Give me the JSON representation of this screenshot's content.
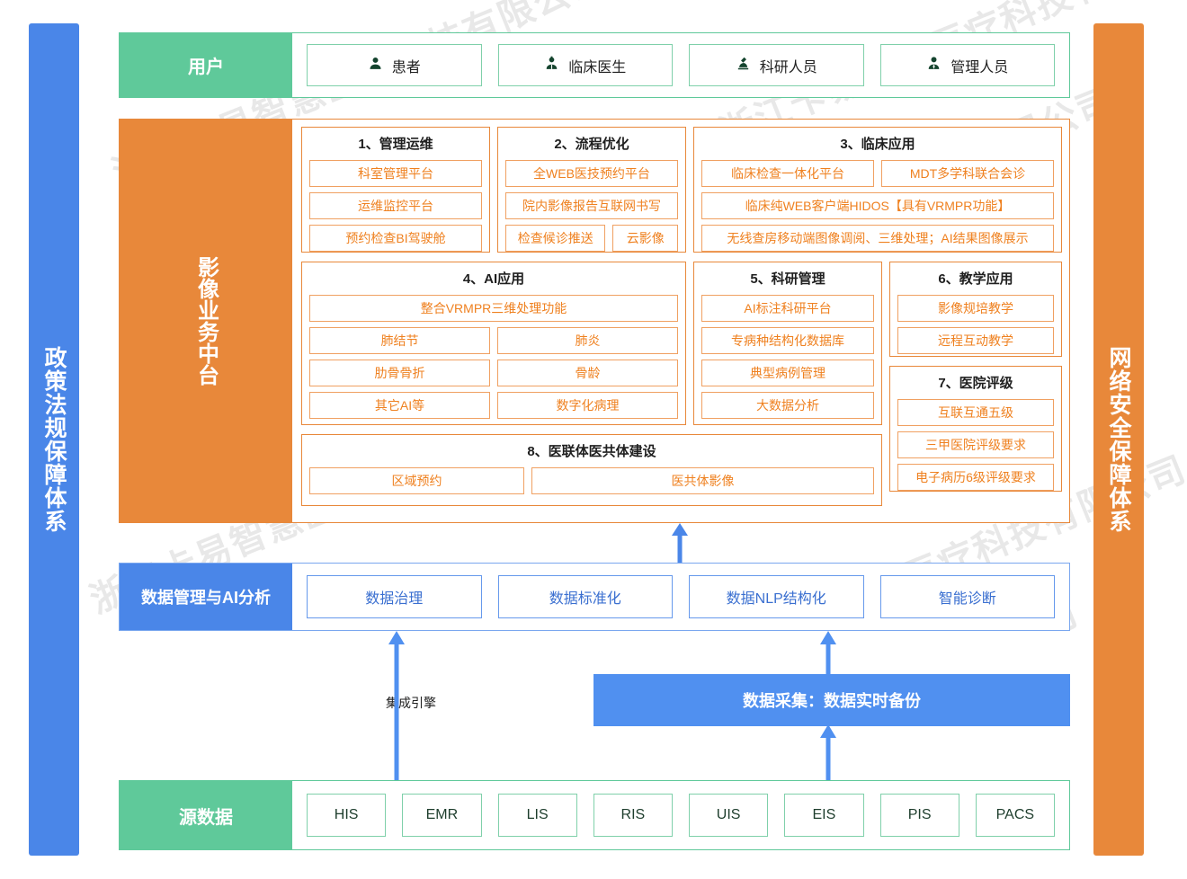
{
  "colors": {
    "green": "#5fc99a",
    "orange": "#e8883a",
    "orange_text": "#ef8120",
    "blue": "#4a86e8",
    "blue_light": "#5090f0"
  },
  "side": {
    "left_label": "政策法规保障体系",
    "right_label": "网络安全保障体系"
  },
  "watermark": "浙江卡易智慧医疗科技有限公司",
  "user_row": {
    "label": "用户",
    "items": [
      {
        "text": "患者",
        "icon": "user-icon"
      },
      {
        "text": "临床医生",
        "icon": "doctor-icon"
      },
      {
        "text": "科研人员",
        "icon": "microscope-icon"
      },
      {
        "text": "管理人员",
        "icon": "manager-icon"
      }
    ]
  },
  "mid_row": {
    "label": "影像业务中台",
    "groups": [
      {
        "id": "g1",
        "title": "1、管理运维",
        "rows": [
          [
            "科室管理平台"
          ],
          [
            "运维监控平台"
          ],
          [
            "预约检查BI驾驶舱"
          ]
        ]
      },
      {
        "id": "g2",
        "title": "2、流程优化",
        "rows": [
          [
            "全WEB医技预约平台"
          ],
          [
            "院内影像报告互联网书写"
          ],
          [
            "检查候诊推送",
            "云影像"
          ]
        ]
      },
      {
        "id": "g3",
        "title": "3、临床应用",
        "rows": [
          [
            "临床检查一体化平台",
            "MDT多学科联合会诊"
          ],
          [
            "临床纯WEB客户端HIDOS【具有VRMPR功能】"
          ],
          [
            "无线查房移动端图像调阅、三维处理；AI结果图像展示"
          ]
        ]
      },
      {
        "id": "g4",
        "title": "4、AI应用",
        "rows": [
          [
            "整合VRMPR三维处理功能"
          ],
          [
            "肺结节",
            "肺炎"
          ],
          [
            "肋骨骨折",
            "骨龄"
          ],
          [
            "其它AI等",
            "数字化病理"
          ]
        ]
      },
      {
        "id": "g5",
        "title": "5、科研管理",
        "rows": [
          [
            "AI标注科研平台"
          ],
          [
            "专病种结构化数据库"
          ],
          [
            "典型病例管理"
          ],
          [
            "大数据分析"
          ]
        ]
      },
      {
        "id": "g6",
        "title": "6、教学应用",
        "rows": [
          [
            "影像规培教学"
          ],
          [
            "远程互动教学"
          ]
        ]
      },
      {
        "id": "g7",
        "title": "7、医院评级",
        "rows": [
          [
            "互联互通五级"
          ],
          [
            "三甲医院评级要求"
          ],
          [
            "电子病历6级评级要求"
          ]
        ]
      },
      {
        "id": "g8",
        "title": "8、医联体医共体建设",
        "rows": [
          [
            "区域预约",
            "医共体影像"
          ]
        ]
      }
    ]
  },
  "data_row": {
    "label": "数据管理与AI分析",
    "items": [
      "数据治理",
      "数据标准化",
      "数据NLP结构化",
      "智能诊断"
    ]
  },
  "gap_area": {
    "integration_note": "集成引擎",
    "collect_bar": "数据采集：数据实时备份"
  },
  "source_row": {
    "label": "源数据",
    "items": [
      "HIS",
      "EMR",
      "LIS",
      "RIS",
      "UIS",
      "EIS",
      "PIS",
      "PACS"
    ]
  }
}
